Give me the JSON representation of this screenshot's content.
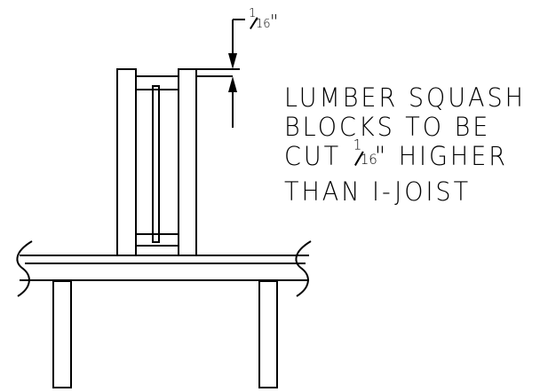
{
  "dimension": {
    "numerator": "1",
    "denominator": "16",
    "unit": "\""
  },
  "note": {
    "line_1": "LUMBER SQUASH",
    "line_2": "BLOCKS TO BE",
    "line_3_before": "CUT ",
    "line_3_after": "\" HIGHER",
    "line_4": "THAN I-JOIST"
  },
  "colors": {
    "ink": "#000000",
    "background": "#ffffff"
  }
}
